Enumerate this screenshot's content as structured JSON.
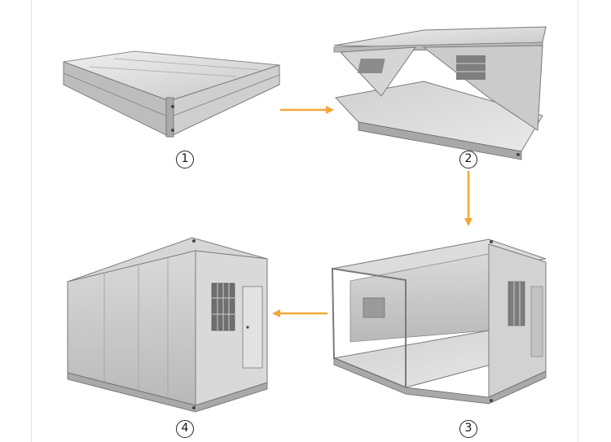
{
  "stages": [
    {
      "id": 1,
      "label": "1",
      "description_icon": "folded-container-icon"
    },
    {
      "id": 2,
      "label": "2",
      "description_icon": "unfolding-container-icon"
    },
    {
      "id": 3,
      "label": "3",
      "description_icon": "open-container-icon"
    },
    {
      "id": 4,
      "label": "4",
      "description_icon": "closed-container-icon"
    }
  ],
  "colors": {
    "arrow": "#f0a83a",
    "metal_light": "#e4e4e4",
    "metal_mid": "#c9c9c9",
    "metal_dark": "#8e8e8e",
    "outline": "#6a6a6a"
  }
}
